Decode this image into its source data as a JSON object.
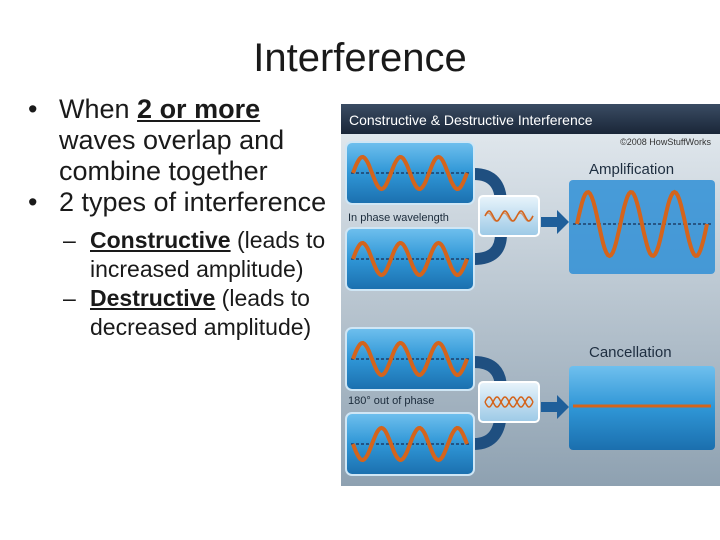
{
  "slide": {
    "title": "Interference",
    "bullets": [
      {
        "prefix": "When ",
        "emph": "2 or more",
        "rest": " waves overlap and combine together"
      },
      {
        "text": "2 types of interference"
      }
    ],
    "subbullets": [
      {
        "dash": "–",
        "emph": "Constructive",
        "rest": "  (leads to increased amplitude)"
      },
      {
        "dash": "–",
        "emph": "Destructive",
        "rest": " (leads to decreased amplitude)"
      }
    ]
  },
  "figure": {
    "header": "Constructive & Destructive Interference",
    "copyright": "©2008 HowStuffWorks",
    "amplification_label": "Amplification",
    "cancellation_label": "Cancellation",
    "in_phase_label": "In phase wavelength",
    "out_phase_label": "180° out of phase",
    "colors": {
      "wave": "#d4641c",
      "panel": "#2a8fd0",
      "arrow": "#1f5f9a",
      "bg": "#c3ced6",
      "header_bg": "#1f2f45",
      "result": "#2f8fd6"
    }
  }
}
